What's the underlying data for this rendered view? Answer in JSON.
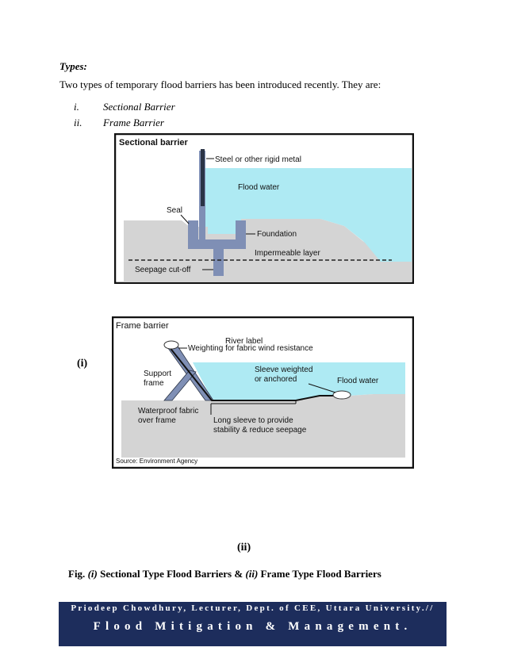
{
  "types_heading": "Types:",
  "intro_text": "Two types of temporary flood barriers has been introduced recently. They are:",
  "list": [
    {
      "num": "i.",
      "label": "Sectional Barrier"
    },
    {
      "num": "ii.",
      "label": "Frame Barrier"
    }
  ],
  "figure_sectional": {
    "title": "Sectional barrier",
    "labels": {
      "steel": "Steel or other rigid metal",
      "flood": "Flood water",
      "seal": "Seal",
      "foundation": "Foundation",
      "impermeable": "Impermeable layer",
      "seepage": "Seepage cut-off"
    },
    "colors": {
      "water": "#aeeaf3",
      "ground": "#d4d4d4",
      "barrier": "#7f8fb5",
      "post": "#2b3446"
    }
  },
  "figure_frame": {
    "title": "Frame barrier",
    "labels": {
      "river_label": "River label",
      "weighting": "Weighting for fabric wind resistance",
      "support1": "Support",
      "support2": "frame",
      "sleeve1": "Sleeve weighted",
      "sleeve2": "or anchored",
      "flood": "Flood water",
      "fabric1": "Waterproof fabric",
      "fabric2": "over frame",
      "long1": "Long sleeve to provide",
      "long2": "stability & reduce seepage",
      "source": "Source: Environment Agency"
    }
  },
  "fig_label_i": "(i)",
  "fig_label_ii": "(ii)",
  "caption": {
    "prefix": "Fig. ",
    "i": "(i)",
    "middle": " Sectional Type Flood Barriers & ",
    "ii": "(ii)",
    "suffix": " Frame Type Flood Barriers"
  },
  "footer": {
    "line1": "Priodeep Chowdhury, Lecturer, Dept. of CEE, Uttara University.//",
    "line2": "Flood Mitigation & Management."
  }
}
